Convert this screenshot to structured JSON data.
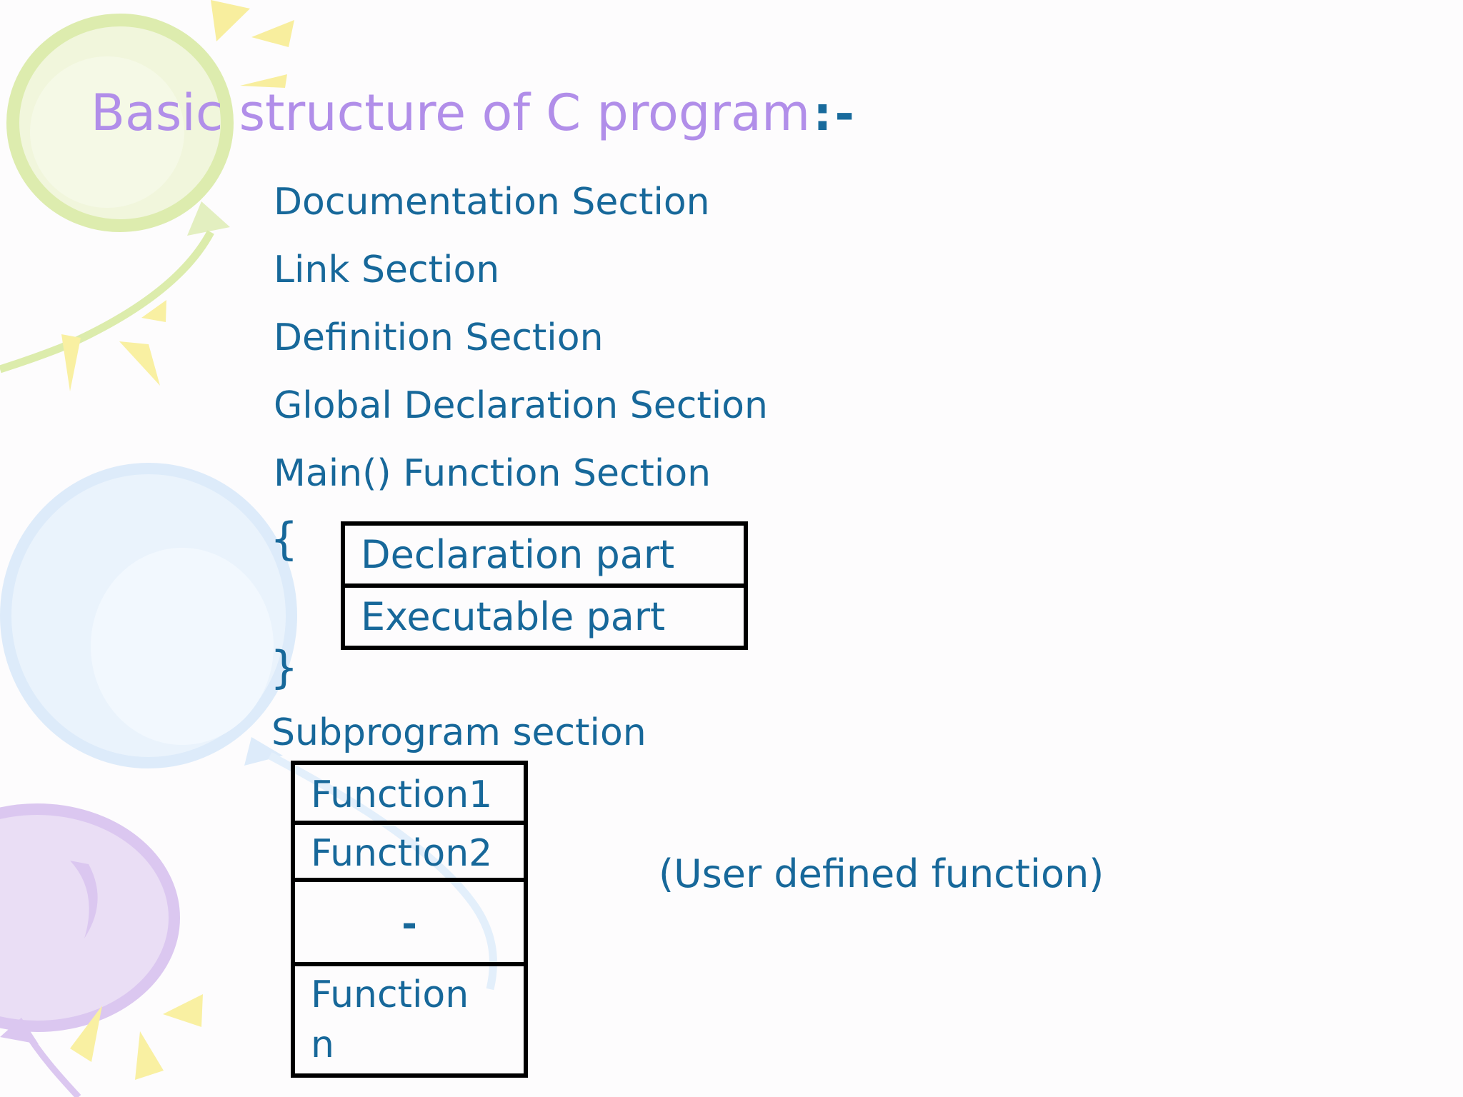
{
  "slide": {
    "title": {
      "text": "Basic structure of C program",
      "suffix": ":-"
    },
    "sections": [
      "Documentation Section",
      "Link Section",
      "Definition Section",
      "Global Declaration Section",
      "Main() Function Section"
    ],
    "open_brace": "{",
    "close_brace": "}",
    "main_box": {
      "rows": [
        "Declaration part",
        "Executable part"
      ]
    },
    "subprogram_label": "Subprogram section",
    "function_box": {
      "rows": [
        "Function1",
        "Function2",
        "-",
        "Function n"
      ]
    },
    "note": "(User defined function)",
    "colors": {
      "body_text": "#17689a",
      "title_text": "#b18ee9",
      "box_border": "#000000",
      "sparkle_yellow": "#f8ee9e",
      "balloon_green_fill": "#f1f6dc",
      "balloon_green_ring": "#ddecae",
      "balloon_blue_fill": "#eaf3fc",
      "balloon_blue_ring": "#ddebfa",
      "balloon_purple_fill": "#eadef5",
      "balloon_purple_ring": "#dbc7f0"
    }
  }
}
